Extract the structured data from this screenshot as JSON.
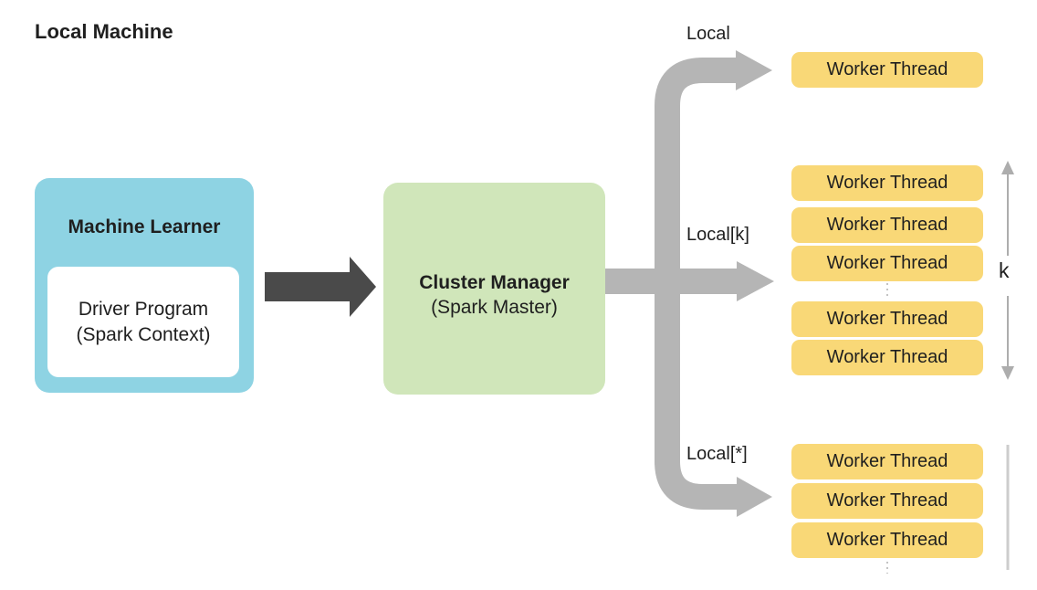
{
  "title": "Local Machine",
  "colors": {
    "blue": "#8ED3E3",
    "green": "#D0E6BA",
    "yellow": "#F9D877",
    "gray": "#B5B5B5",
    "dark_gray": "#4A4A4A",
    "light_gray": "#ADADAD",
    "dotted": "#C4C4C4",
    "side": "#CDCDCD",
    "text": "#1F1F1F"
  },
  "machine_learner": {
    "label": "Machine Learner",
    "driver_line1": "Driver Program",
    "driver_line2": "(Spark Context)"
  },
  "cluster_manager": {
    "label": "Cluster Manager",
    "sublabel": "(Spark Master)"
  },
  "groups": [
    {
      "label": "Local",
      "workers": [
        "Worker Thread"
      ]
    },
    {
      "label": "Local[k]",
      "count_label": "k",
      "workers": [
        "Worker Thread",
        "Worker Thread",
        "Worker Thread",
        "Worker Thread",
        "Worker Thread"
      ]
    },
    {
      "label": "Local[*]",
      "workers": [
        "Worker Thread",
        "Worker Thread",
        "Worker Thread"
      ]
    }
  ]
}
